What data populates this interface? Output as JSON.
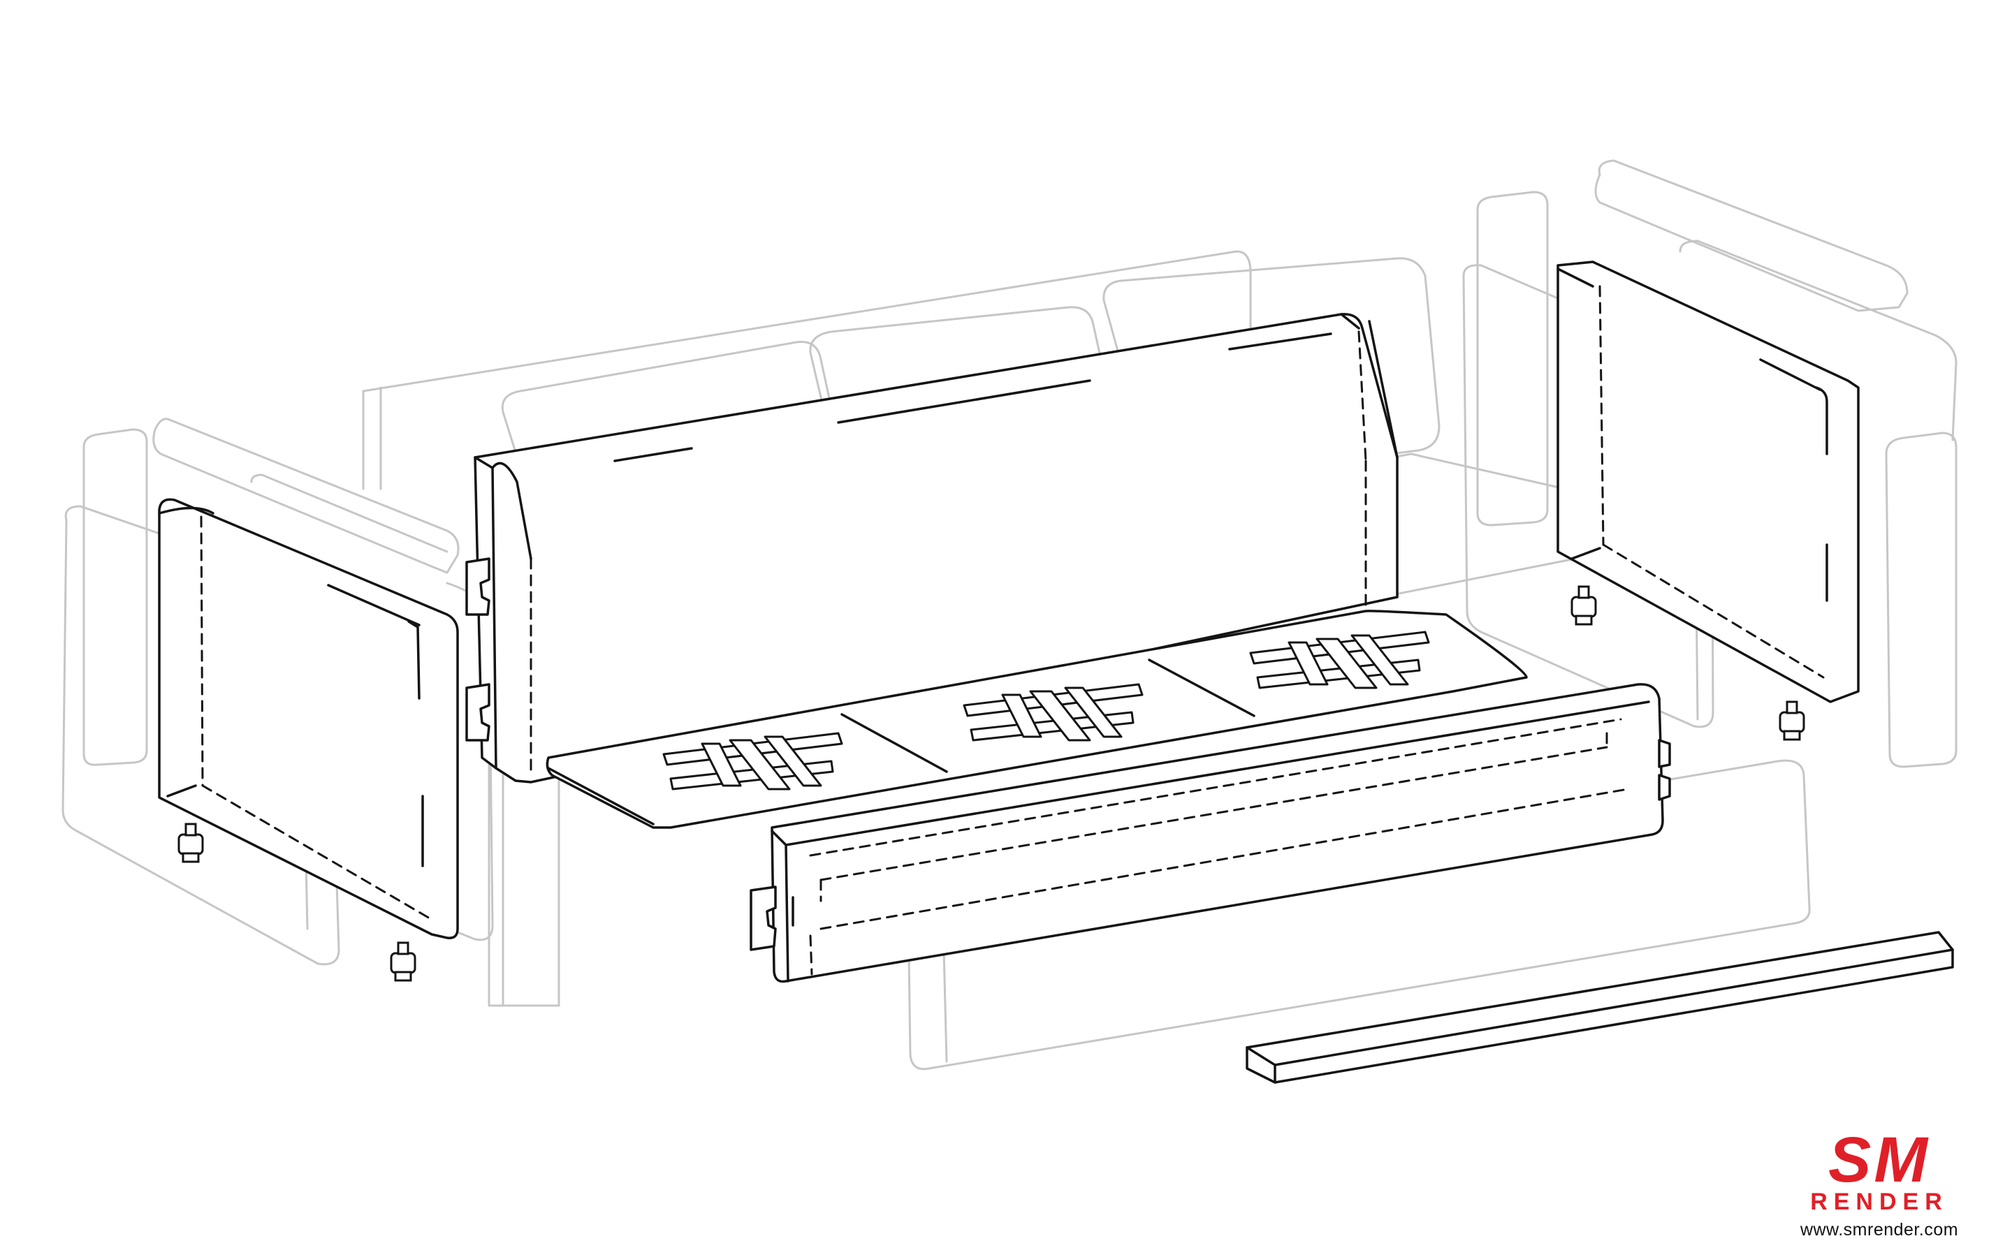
{
  "brand": {
    "logo_top": "SM",
    "logo_bottom": "RENDER",
    "url": "www.smrender.com",
    "color": "#e02028"
  },
  "colors": {
    "ghost_outline": "#c6c6c6",
    "part_outline": "#141414",
    "background": "#ffffff"
  }
}
